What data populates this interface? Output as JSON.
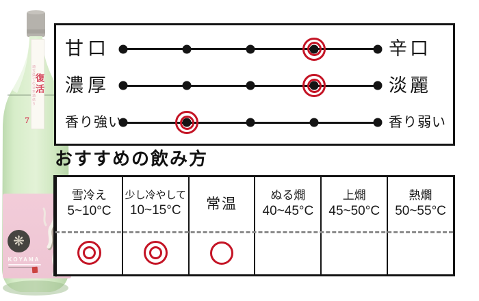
{
  "accent_red": "#c41425",
  "bottle": {
    "cap_color": "#b5b2ac",
    "glass_color": "#d9eecb",
    "neck_label": {
      "title": "復活",
      "subtitle": "埼玉県での日本酒造り",
      "number": "7"
    },
    "main_label": {
      "brand": "KOYAMA",
      "label_color": "#f0c8d6",
      "seal_color": "#cb4340",
      "emblem_icon": "crest-flower"
    }
  },
  "section_title": "おすすめの飲み方",
  "chart_data": [
    {
      "type": "scatter",
      "name": "taste-profile-scales",
      "points_per_scale": 5,
      "legend_note": "red double-ring marker = this sake's position",
      "scales": [
        {
          "left_label": "甘口",
          "right_label": "辛口",
          "selected": 4
        },
        {
          "left_label": "濃厚",
          "right_label": "淡麗",
          "selected": 4
        },
        {
          "left_label": "香り強い",
          "right_label": "香り弱い",
          "selected": 2
        }
      ]
    },
    {
      "type": "table",
      "name": "serving-temperature-table",
      "title": "おすすめの飲み方",
      "columns": [
        {
          "name": "雪冷え",
          "temp": "5~10°C",
          "mark": "◎"
        },
        {
          "name": "少し冷やして",
          "temp": "10~15°C",
          "mark": "◎"
        },
        {
          "name": "常温",
          "temp": "",
          "mark": "○"
        },
        {
          "name": "ぬる燗",
          "temp": "40~45°C",
          "mark": ""
        },
        {
          "name": "上燗",
          "temp": "45~50°C",
          "mark": ""
        },
        {
          "name": "熱燗",
          "temp": "50~55°C",
          "mark": ""
        }
      ],
      "mark_legend": {
        "double_circle": "◎",
        "circle": "○"
      }
    }
  ]
}
